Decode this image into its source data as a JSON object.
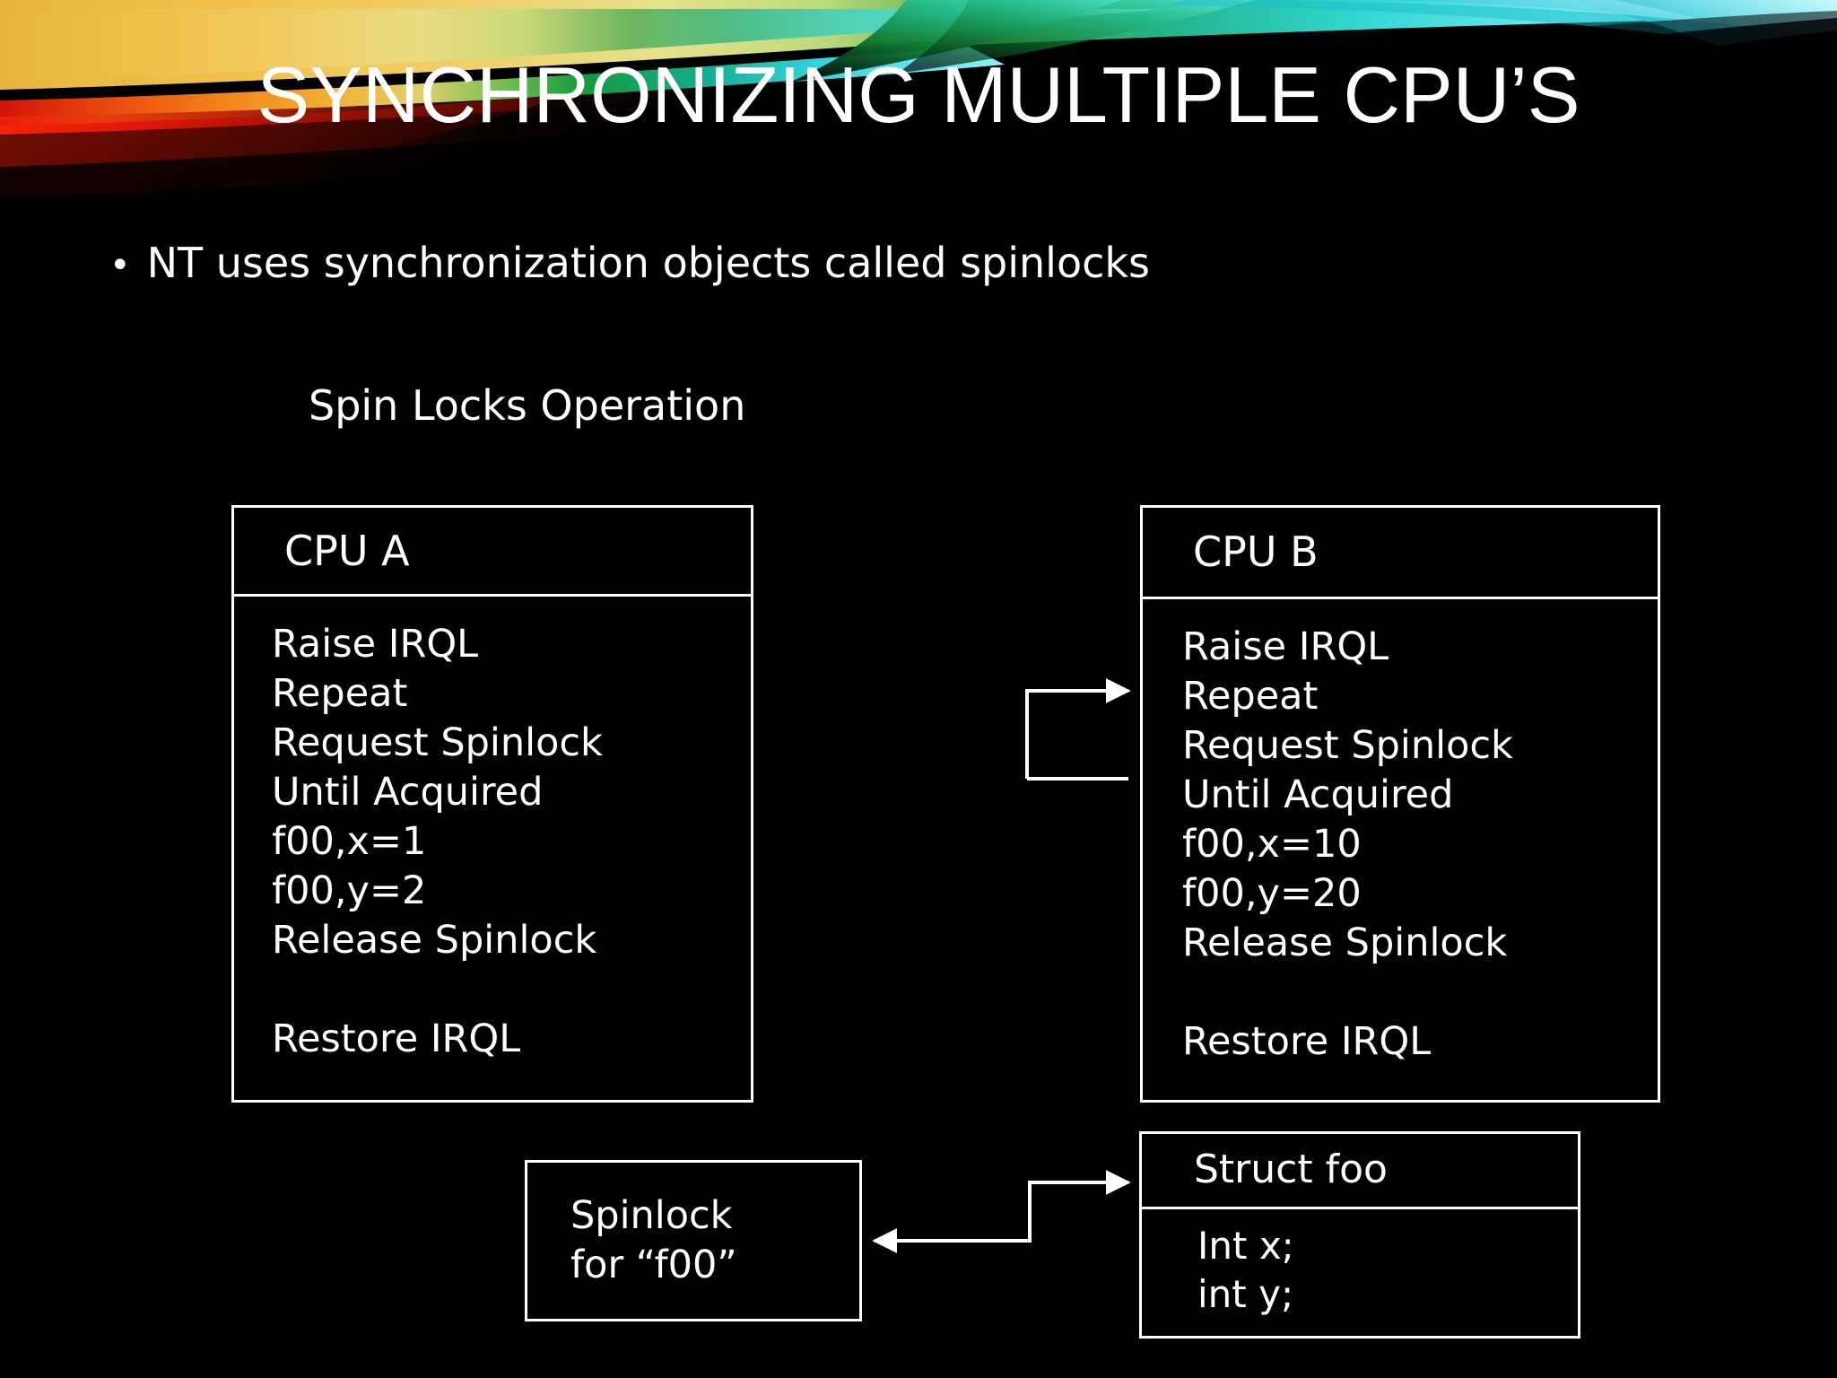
{
  "slide": {
    "title": "SYNCHRONIZING MULTIPLE CPU’S",
    "background_color": "#000000",
    "text_color": "#ffffff",
    "accent_colors": [
      "#d81f10",
      "#f0821a",
      "#f2cf55",
      "#e8e07a",
      "#1f8f3c",
      "#27c8b0",
      "#4fe6ee",
      "#9ff3f7"
    ]
  },
  "bullet": {
    "marker": "•",
    "text": "NT uses synchronization objects called spinlocks"
  },
  "subheading": {
    "text": "Spin Locks Operation"
  },
  "cpu_a": {
    "header": "CPU A",
    "lines": [
      "Raise IRQL",
      "Repeat",
      "Request Spinlock",
      "Until Acquired",
      "f00,x=1",
      "f00,y=2",
      "Release Spinlock",
      "",
      "Restore IRQL"
    ]
  },
  "cpu_b": {
    "header": "CPU B",
    "lines": [
      "Raise IRQL",
      "Repeat",
      "Request Spinlock",
      "Until Acquired",
      "f00,x=10",
      "f00,y=20",
      "Release Spinlock",
      "",
      "Restore IRQL"
    ]
  },
  "spinlock_box": {
    "line1": "Spinlock",
    "line2": "for “f00”"
  },
  "struct_box": {
    "header": "Struct foo",
    "lines": [
      "Int x;",
      "int y;"
    ]
  },
  "arrows": {
    "cpu_loop_arrow": "spin-wait-loop-arrow",
    "struct_to_spinlock_arrow": "struct-spinlock-link-arrow"
  }
}
